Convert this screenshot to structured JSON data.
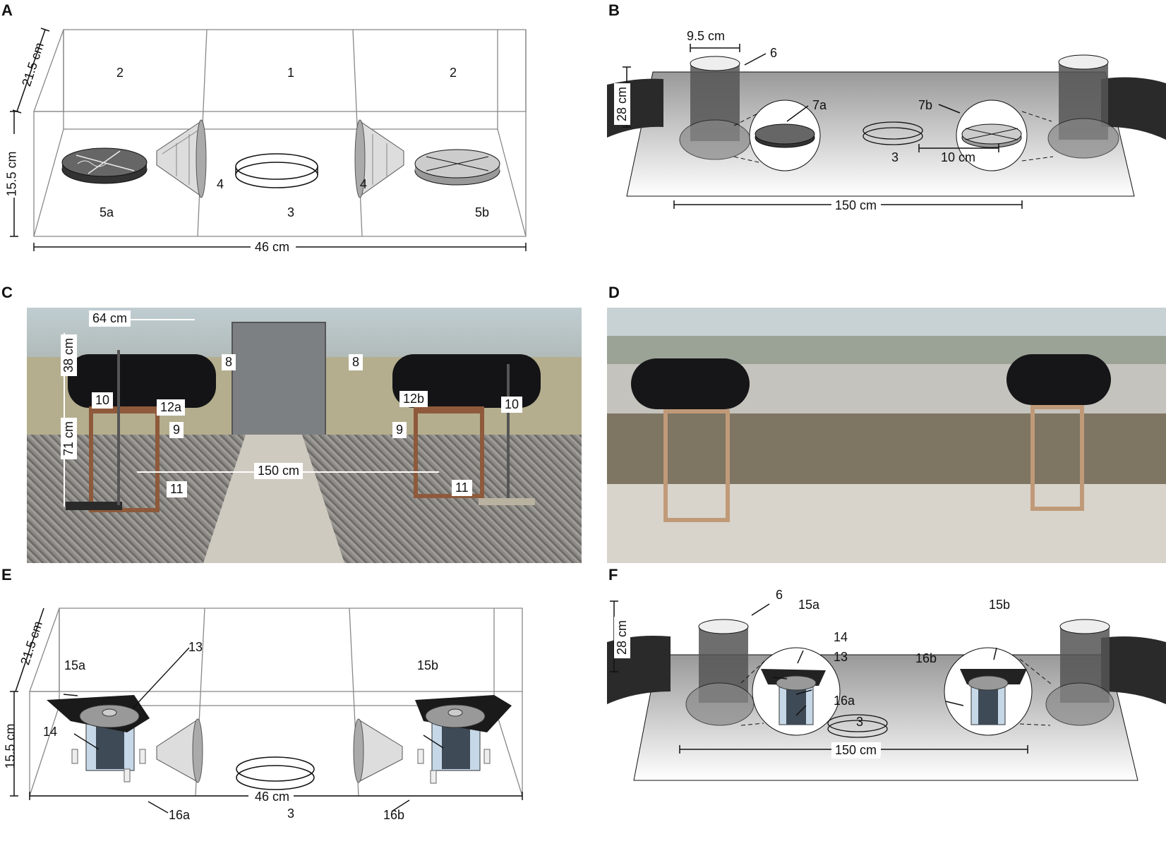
{
  "panels": {
    "A": {
      "label": "A",
      "dim_depth": "21.5 cm",
      "dim_height": "15.5 cm",
      "dim_width": "46 cm",
      "zones": [
        "2",
        "1",
        "2"
      ],
      "items": {
        "dish_left": "5a",
        "cone_left": "4",
        "center_ring": "3",
        "cone_right": "4",
        "dish_right": "5b"
      }
    },
    "B": {
      "label": "B",
      "dim_diameter": "9.5 cm",
      "dim_height": "28 cm",
      "dim_inner": "10 cm",
      "dim_span": "150 cm",
      "items": {
        "cylinder": "6",
        "dish_a": "7a",
        "dish_b": "7b",
        "center_ring": "3"
      }
    },
    "C": {
      "label": "C",
      "dim_length": "64 cm",
      "dim_tube": "38 cm",
      "dim_stand": "71 cm",
      "dim_span": "150 cm",
      "tags": [
        "8",
        "8",
        "10",
        "10",
        "12a",
        "12b",
        "9",
        "9",
        "11",
        "11"
      ]
    },
    "D": {
      "label": "D"
    },
    "E": {
      "label": "E",
      "dim_depth": "21.5 cm",
      "dim_height": "15.5 cm",
      "dim_width": "46 cm",
      "items": {
        "trap_left_top": "15a",
        "trap_right_top": "15b",
        "cap": "13",
        "shield": "14",
        "vials_left": "16a",
        "vials_right": "16b",
        "center_ring": "3"
      }
    },
    "F": {
      "label": "F",
      "dim_height": "28 cm",
      "dim_span": "150 cm",
      "items": {
        "cylinder": "6",
        "top_a": "15a",
        "top_b": "15b",
        "shield": "14",
        "cap": "13",
        "vials_b": "16b",
        "vials_a": "16a",
        "center_ring": "3"
      }
    }
  },
  "colors": {
    "line": "#111111",
    "box": "#999999",
    "tube": "#1c1c1e",
    "frame": "#a0704a",
    "sky": "#c7d6dc",
    "gravel": "#8d8a86"
  }
}
